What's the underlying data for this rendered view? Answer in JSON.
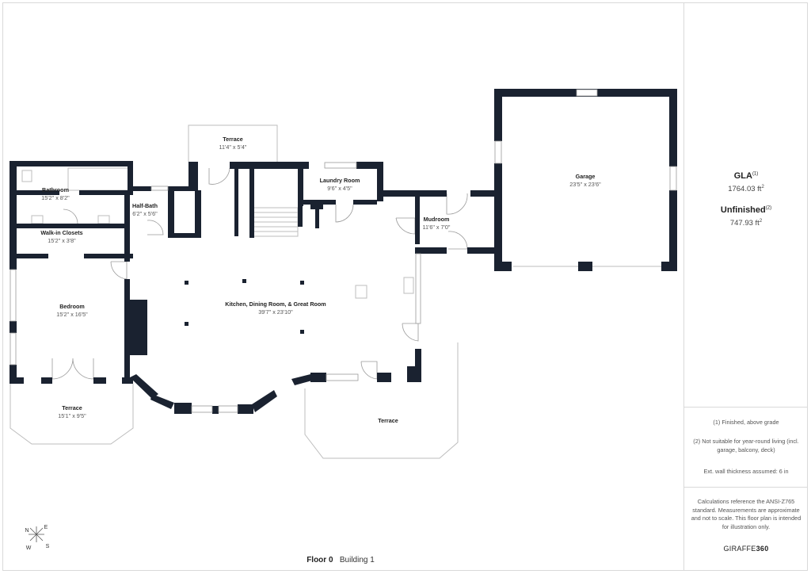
{
  "rooms": [
    {
      "id": "terrace-top",
      "name": "Terrace",
      "dims": "11'4\" x 5'4\""
    },
    {
      "id": "bathroom",
      "name": "Bathroom",
      "dims": "15'2\" x 8'2\""
    },
    {
      "id": "half-bath",
      "name": "Half-Bath",
      "dims": "6'2\" x 5'6\""
    },
    {
      "id": "laundry",
      "name": "Laundry Room",
      "dims": "9'6\" x 4'5\""
    },
    {
      "id": "garage",
      "name": "Garage",
      "dims": "23'5\" x 23'6\""
    },
    {
      "id": "walkin",
      "name": "Walk-in Closets",
      "dims": "15'2\" x 3'8\""
    },
    {
      "id": "mudroom",
      "name": "Mudroom",
      "dims": "11'6\" x 7'0\""
    },
    {
      "id": "bedroom",
      "name": "Bedroom",
      "dims": "15'2\" x 16'5\""
    },
    {
      "id": "kitchen",
      "name": "Kitchen, Dining Room, & Great Room",
      "dims": "39'7\" x 23'10\""
    },
    {
      "id": "terrace-bl",
      "name": "Terrace",
      "dims": "15'1\" x 9'5\""
    },
    {
      "id": "terrace-br",
      "name": "Terrace",
      "dims": ""
    }
  ],
  "summary": {
    "gla_label": "GLA",
    "gla_note": "(1)",
    "gla_value": "1764.03 ft",
    "gla_unit_sup": "2",
    "unfinished_label": "Unfinished",
    "unfinished_note": "(2)",
    "unfinished_value": "747.93 ft",
    "unfinished_unit_sup": "2"
  },
  "notes": {
    "n1": "(1) Finished, above grade",
    "n2": "(2) Not suitable for year-round living (incl. garage, balcony, deck)",
    "n3": "Ext. wall thickness assumed: 6 in",
    "disclaimer": "Calculations reference the ANSI-Z765 standard. Measurements are approximate and not to scale. This floor plan is intended for illustration only."
  },
  "brand": {
    "prefix": "GIRAFFE",
    "suffix": "360"
  },
  "floor": {
    "name": "Floor 0",
    "building": "Building 1"
  },
  "compass": {
    "n": "N",
    "e": "E",
    "s": "S",
    "w": "W"
  }
}
